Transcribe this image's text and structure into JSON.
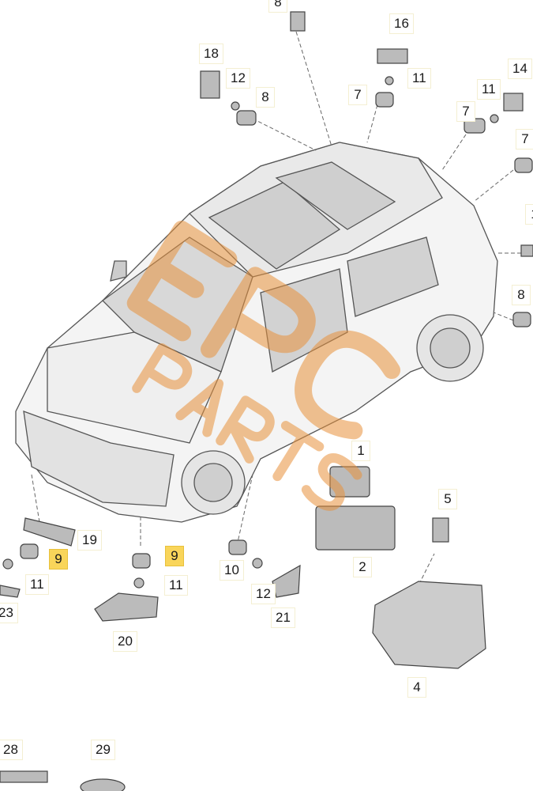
{
  "diagram": {
    "watermark": {
      "brand": "EPC",
      "sub": "PARTS",
      "color": "#e8923c"
    },
    "highlight_color": "#f9d55a",
    "callouts": [
      {
        "number": "8"
      },
      {
        "number": "16"
      },
      {
        "number": "18"
      },
      {
        "number": "12"
      },
      {
        "number": "8"
      },
      {
        "number": "11"
      },
      {
        "number": "7"
      },
      {
        "number": "11"
      },
      {
        "number": "14"
      },
      {
        "number": "7"
      },
      {
        "number": "7"
      },
      {
        "number": "1"
      },
      {
        "number": "8"
      },
      {
        "number": "1"
      },
      {
        "number": "5"
      },
      {
        "number": "19"
      },
      {
        "number": "9",
        "highlighted": true
      },
      {
        "number": "11"
      },
      {
        "number": "23"
      },
      {
        "number": "9",
        "highlighted": true
      },
      {
        "number": "11"
      },
      {
        "number": "20"
      },
      {
        "number": "10"
      },
      {
        "number": "12"
      },
      {
        "number": "21"
      },
      {
        "number": "2"
      },
      {
        "number": "4"
      },
      {
        "number": "28"
      },
      {
        "number": "29"
      }
    ]
  }
}
